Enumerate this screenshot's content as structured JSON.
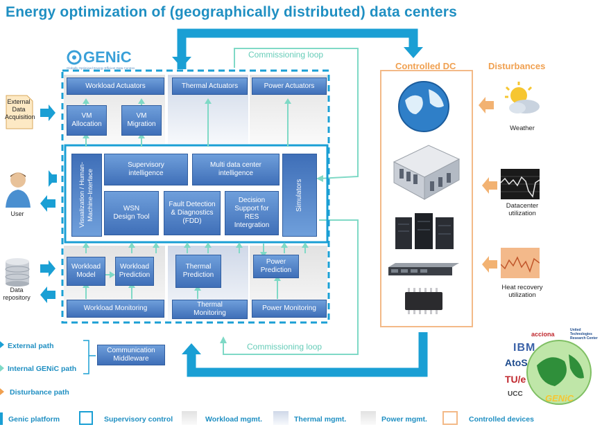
{
  "title": "Energy optimization of (geographically distributed) data centers",
  "genic": {
    "logo": "GENiC",
    "tagline": "Globally Optimised Energy Efficient Data Centres"
  },
  "loops": {
    "top": "Commissioning loop",
    "bottom": "Commissioning loop"
  },
  "actuators": {
    "workload": "Workload Actuators",
    "thermal": "Thermal Actuators",
    "power": "Power Actuators",
    "vm_allocation": "VM Allocation",
    "vm_migration": "VM Migration"
  },
  "supervisory": {
    "hmi": "Visualization / Human-Machine-Interface",
    "supervisory_intelligence": "Supervisory intelligence",
    "multi_dc_intelligence": "Multi data center intelligence",
    "wsn_design_tool": "WSN Design Tool",
    "fdd": "Fault Detection & Diagnostics (FDD)",
    "decision_support": "Decision Support for RES Intergration",
    "simulators": "Simulators"
  },
  "mgmt": {
    "workload_model": "Workload Model",
    "workload_prediction": "Workload Prediction",
    "thermal_prediction": "Thermal Prediction",
    "power_prediction": "Power Prediction",
    "workload_monitoring": "Workload Monitoring",
    "thermal_monitoring": "Thermal Monitoring",
    "power_monitoring": "Power Monitoring"
  },
  "left": {
    "external_data": "External Data Acquisition",
    "user": "User",
    "data_repository": "Data repository"
  },
  "right": {
    "controlled_dc": "Controlled DC",
    "disturbances": "Disturbances",
    "weather": "Weather",
    "datacenter_utilization": "Datacenter utilization",
    "heat_recovery": "Heat recovery utilization"
  },
  "paths": {
    "external": "External path",
    "internal": "Internal GENiC path",
    "disturbance": "Disturbance path",
    "middleware": "Communication Middleware"
  },
  "legend": {
    "genic_platform": "Genic platform",
    "supervisory_control": "Supervisory control",
    "workload_mgmt": "Workload mgmt.",
    "thermal_mgmt": "Thermal mgmt.",
    "power_mgmt": "Power mgmt.",
    "controlled_devices": "Controlled devices"
  },
  "partners": {
    "acciona": "acciona",
    "utrc": "United Technologies Research Center",
    "ibm": "IBM",
    "atos": "AtoS",
    "tue": "TU/e",
    "ucc": "UCC",
    "genic": "GENiC"
  },
  "colors": {
    "title_blue": "#1f8fc2",
    "flow_blue": "#1a9fd4",
    "box_blue": "#4f7fc6",
    "teal": "#7fd9c6",
    "orange": "#f0a050"
  }
}
